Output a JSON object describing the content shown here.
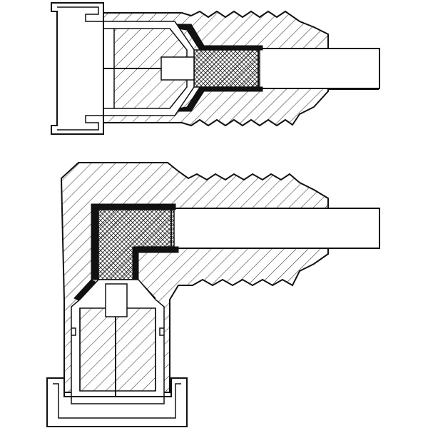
{
  "figure": {
    "background": "#ffffff",
    "ink": "#111111",
    "line_color": "#1a1a1a",
    "hatch_color": "#333333",
    "components": [
      {
        "id": "straight-connector",
        "orientation": "straight",
        "parts": [
          "threaded-body",
          "cable-jacket",
          "braid-mesh",
          "insulator",
          "center-pin",
          "housing"
        ]
      },
      {
        "id": "right-angle-connector",
        "orientation": "right-angle",
        "parts": [
          "threaded-body",
          "cable-jacket",
          "braid-mesh",
          "insulator",
          "center-pin",
          "housing"
        ]
      }
    ]
  }
}
